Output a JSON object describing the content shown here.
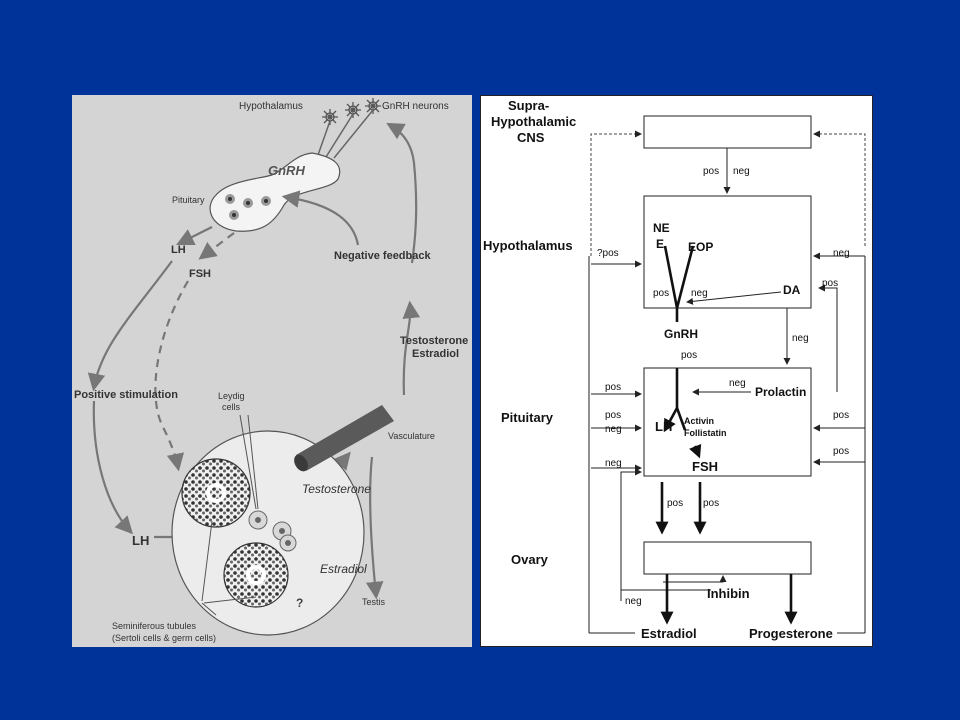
{
  "slide": {
    "background": "#003399"
  },
  "left": {
    "hypothalamus": "Hypothalamus",
    "gnrh_neurons": "GnRH neurons",
    "gnrh": "GnRH",
    "pituitary": "Pituitary",
    "lh_top": "LH",
    "fsh": "FSH",
    "negative_feedback": "Negative feedback",
    "testosterone_estradiol_1": "Testosterone",
    "testosterone_estradiol_2": "Estradiol",
    "positive_stimulation": "Positive stimulation",
    "leydig_1": "Leydig",
    "leydig_2": "cells",
    "vasculature": "Vasculature",
    "testosterone": "Testosterone",
    "lh_bottom": "LH",
    "estradiol": "Estradiol",
    "question": "?",
    "testis": "Testis",
    "seminiferous_1": "Seminiferous tubules",
    "seminiferous_2": "(Sertoli cells & germ cells)"
  },
  "right": {
    "rows": {
      "supra_1": "Supra-",
      "supra_2": "Hypothalamic",
      "supra_3": "CNS",
      "hypothalamus": "Hypothalamus",
      "pituitary": "Pituitary",
      "ovary": "Ovary"
    },
    "labels": {
      "pos_top": "pos",
      "neg_top": "neg",
      "q_pos": "?pos",
      "ne_1": "NE",
      "ne_2": "E",
      "eop": "EOP",
      "pos_inner": "pos",
      "neg_inner": "neg",
      "da": "DA",
      "neg_right_hypo": "neg",
      "pos_right_da": "pos",
      "gnrh": "GnRH",
      "neg_gnrh": "neg",
      "pos_gnrh": "pos",
      "pos_pit_left1": "pos",
      "neg_prolactin": "neg",
      "prolactin": "Prolactin",
      "pos_pit_left2": "pos",
      "neg_pit_left": "neg",
      "lh": "LH",
      "activin": "Activin",
      "follistatin": "Follistatin",
      "pos_pit_right1": "pos",
      "pos_pit_right2": "pos",
      "neg_pit_left3": "neg",
      "fsh": "FSH",
      "pos_lh_down": "pos",
      "pos_fsh_down": "pos",
      "inhibin": "Inhibin",
      "neg_bottom": "neg",
      "estradiol": "Estradiol",
      "progesterone": "Progesterone"
    }
  }
}
